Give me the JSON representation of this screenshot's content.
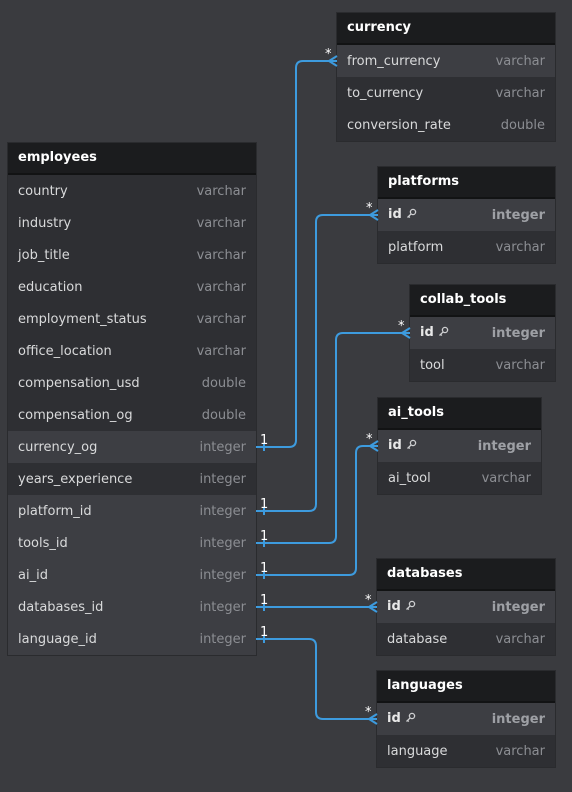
{
  "tables": {
    "currency": {
      "title": "currency",
      "columns": [
        {
          "name": "from_currency",
          "type": "varchar"
        },
        {
          "name": "to_currency",
          "type": "varchar"
        },
        {
          "name": "conversion_rate",
          "type": "double"
        }
      ]
    },
    "employees": {
      "title": "employees",
      "columns": [
        {
          "name": "country",
          "type": "varchar"
        },
        {
          "name": "industry",
          "type": "varchar"
        },
        {
          "name": "job_title",
          "type": "varchar"
        },
        {
          "name": "education",
          "type": "varchar"
        },
        {
          "name": "employment_status",
          "type": "varchar"
        },
        {
          "name": "office_location",
          "type": "varchar"
        },
        {
          "name": "compensation_usd",
          "type": "double"
        },
        {
          "name": "compensation_og",
          "type": "double"
        },
        {
          "name": "currency_og",
          "type": "integer"
        },
        {
          "name": "years_experience",
          "type": "integer"
        },
        {
          "name": "platform_id",
          "type": "integer"
        },
        {
          "name": "tools_id",
          "type": "integer"
        },
        {
          "name": "ai_id",
          "type": "integer"
        },
        {
          "name": "databases_id",
          "type": "integer"
        },
        {
          "name": "language_id",
          "type": "integer"
        }
      ]
    },
    "platforms": {
      "title": "platforms",
      "columns": [
        {
          "name": "id",
          "type": "integer",
          "pk": true
        },
        {
          "name": "platform",
          "type": "varchar"
        }
      ]
    },
    "collab_tools": {
      "title": "collab_tools",
      "columns": [
        {
          "name": "id",
          "type": "integer",
          "pk": true
        },
        {
          "name": "tool",
          "type": "varchar"
        }
      ]
    },
    "ai_tools": {
      "title": "ai_tools",
      "columns": [
        {
          "name": "id",
          "type": "integer",
          "pk": true
        },
        {
          "name": "ai_tool",
          "type": "varchar"
        }
      ]
    },
    "databases": {
      "title": "databases",
      "columns": [
        {
          "name": "id",
          "type": "integer",
          "pk": true
        },
        {
          "name": "database",
          "type": "varchar"
        }
      ]
    },
    "languages": {
      "title": "languages",
      "columns": [
        {
          "name": "id",
          "type": "integer",
          "pk": true
        },
        {
          "name": "language",
          "type": "varchar"
        }
      ]
    }
  },
  "relations": [
    {
      "from": "employees.currency_og",
      "to": "currency.from_currency",
      "from_card": "1",
      "to_card": "*"
    },
    {
      "from": "employees.platform_id",
      "to": "platforms.id",
      "from_card": "1",
      "to_card": "*"
    },
    {
      "from": "employees.tools_id",
      "to": "collab_tools.id",
      "from_card": "1",
      "to_card": "*"
    },
    {
      "from": "employees.ai_id",
      "to": "ai_tools.id",
      "from_card": "1",
      "to_card": "*"
    },
    {
      "from": "employees.databases_id",
      "to": "databases.id",
      "from_card": "1",
      "to_card": "*"
    },
    {
      "from": "employees.language_id",
      "to": "languages.id",
      "from_card": "1",
      "to_card": "*"
    }
  ],
  "colors": {
    "background": "#3a3b3f",
    "link": "#3d9bde",
    "header": "#1b1c1e"
  },
  "icons": {
    "primary_key": "key-icon"
  }
}
